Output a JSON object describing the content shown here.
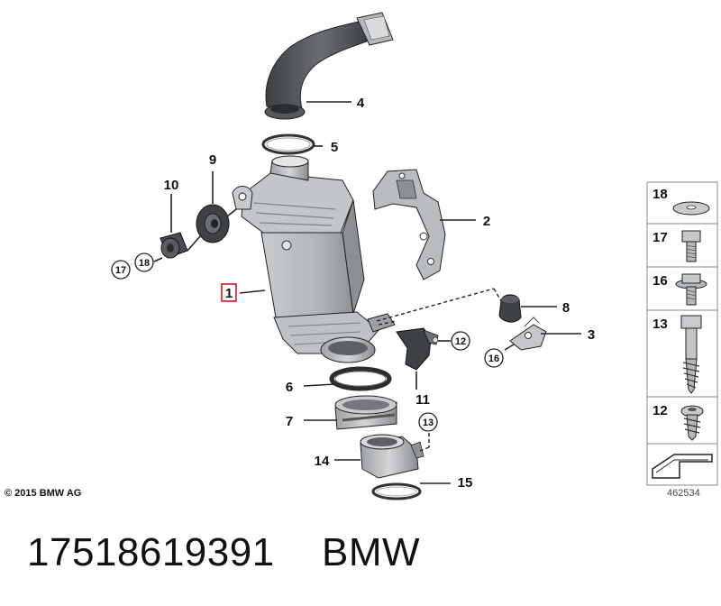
{
  "callouts": {
    "c1": "1",
    "c2": "2",
    "c3": "3",
    "c4": "4",
    "c5": "5",
    "c6": "6",
    "c7": "7",
    "c8": "8",
    "c9": "9",
    "c10": "10",
    "c11": "11",
    "c12": "12",
    "c13": "13",
    "c14": "14",
    "c15": "15",
    "c16": "16",
    "c17": "17",
    "c18": "18"
  },
  "sidebar": {
    "items": [
      {
        "label": "18",
        "icon": "washer-icon"
      },
      {
        "label": "17",
        "icon": "hex-bolt-short-icon"
      },
      {
        "label": "16",
        "icon": "collar-bolt-icon"
      },
      {
        "label": "13",
        "icon": "wood-screw-icon"
      },
      {
        "label": "12",
        "icon": "self-tapping-screw-icon"
      }
    ],
    "arrow_icon": "arrow-icon"
  },
  "copyright": "© 2015 BMW AG",
  "diagram_number": "462534",
  "footer": {
    "part_number": "17518619391",
    "brand": "BMW"
  },
  "colors": {
    "highlight": "#d0021b",
    "line": "#222222",
    "part_grey": "#b9bcbe",
    "hose_dark": "#4a4d50"
  }
}
